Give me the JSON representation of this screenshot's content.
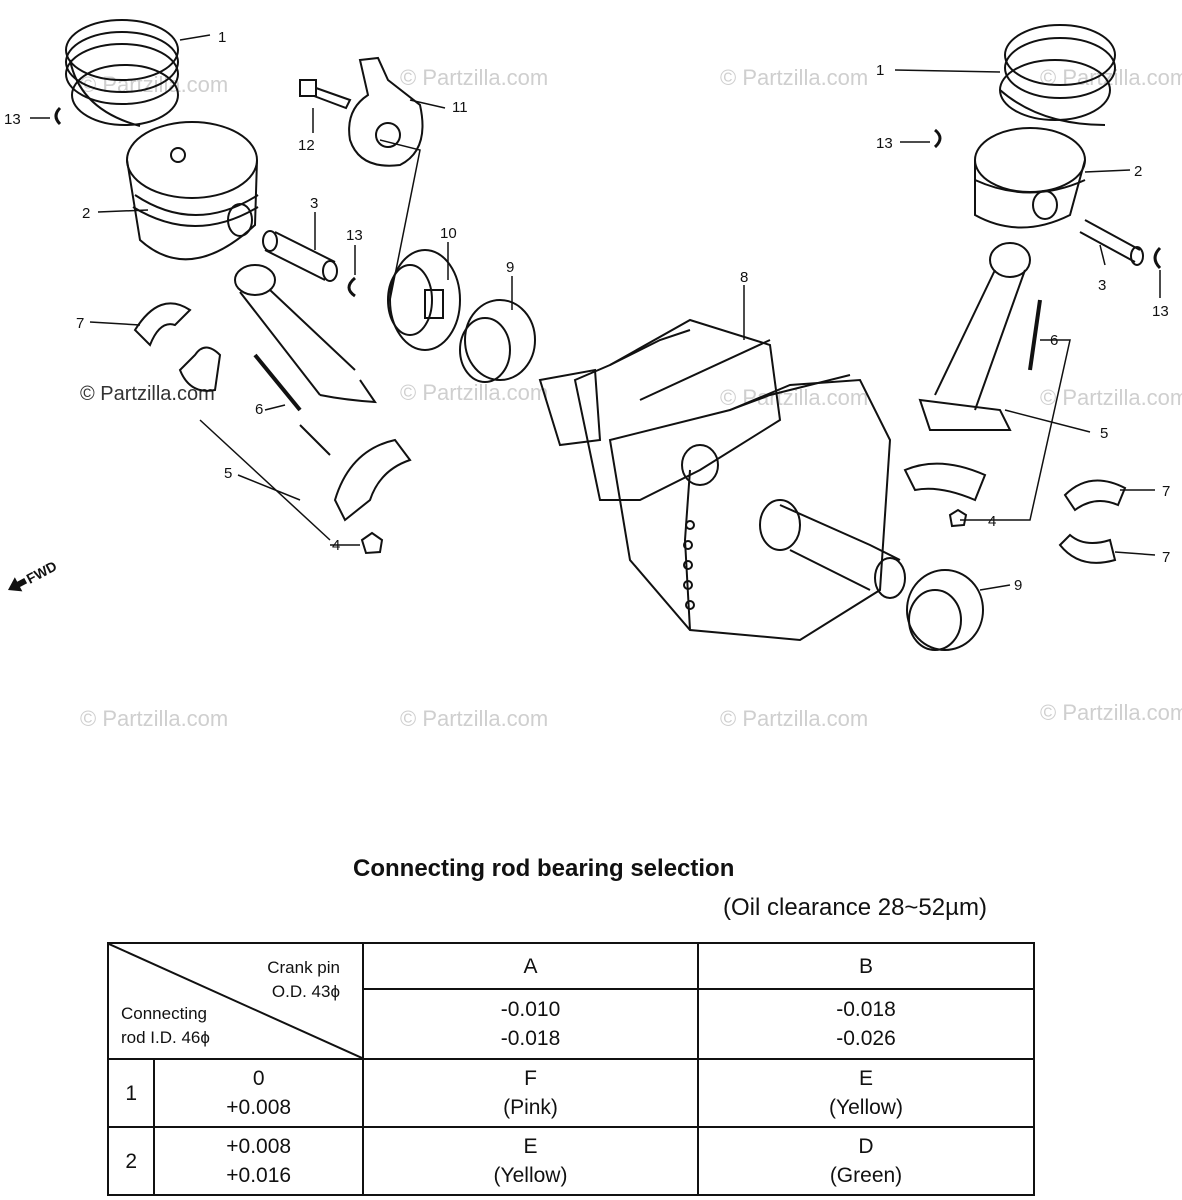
{
  "callouts": {
    "c1_left": "1",
    "c13_topleft": "13",
    "c2_left": "2",
    "c12": "12",
    "c11": "11",
    "c3_left": "3",
    "c13_mid": "13",
    "c10": "10",
    "c9_mid": "9",
    "c7_left": "7",
    "c6_left": "6",
    "c5_left": "5",
    "c4_left": "4",
    "c8": "8",
    "c1_right": "1",
    "c13_right": "13",
    "c2_right": "2",
    "c3_right": "3",
    "c13_farright": "13",
    "c6_right": "6",
    "c5_right": "5",
    "c7_right_top": "7",
    "c4_right": "4",
    "c7_right_bottom": "7",
    "c9_right": "9"
  },
  "fwd_label": "FWD",
  "watermark": "© Partzilla.com",
  "table": {
    "title": "Connecting rod bearing selection",
    "subtitle": "(Oil clearance 28~52µm)",
    "corner_crank_line1": "Crank pin",
    "corner_crank_line2": "O.D. 43ϕ",
    "corner_rod_line1": "Connecting",
    "corner_rod_line2": "rod I.D. 46ϕ",
    "col_a": "A",
    "col_b": "B",
    "col_a_range1": "-0.010",
    "col_a_range2": "-0.018",
    "col_b_range1": "-0.018",
    "col_b_range2": "-0.026",
    "rows": [
      {
        "index": "1",
        "range1": "0",
        "range2": "+0.008",
        "a_code": "F",
        "a_color": "(Pink)",
        "b_code": "E",
        "b_color": "(Yellow)"
      },
      {
        "index": "2",
        "range1": "+0.008",
        "range2": "+0.016",
        "a_code": "E",
        "a_color": "(Yellow)",
        "b_code": "D",
        "b_color": "(Green)"
      }
    ]
  }
}
